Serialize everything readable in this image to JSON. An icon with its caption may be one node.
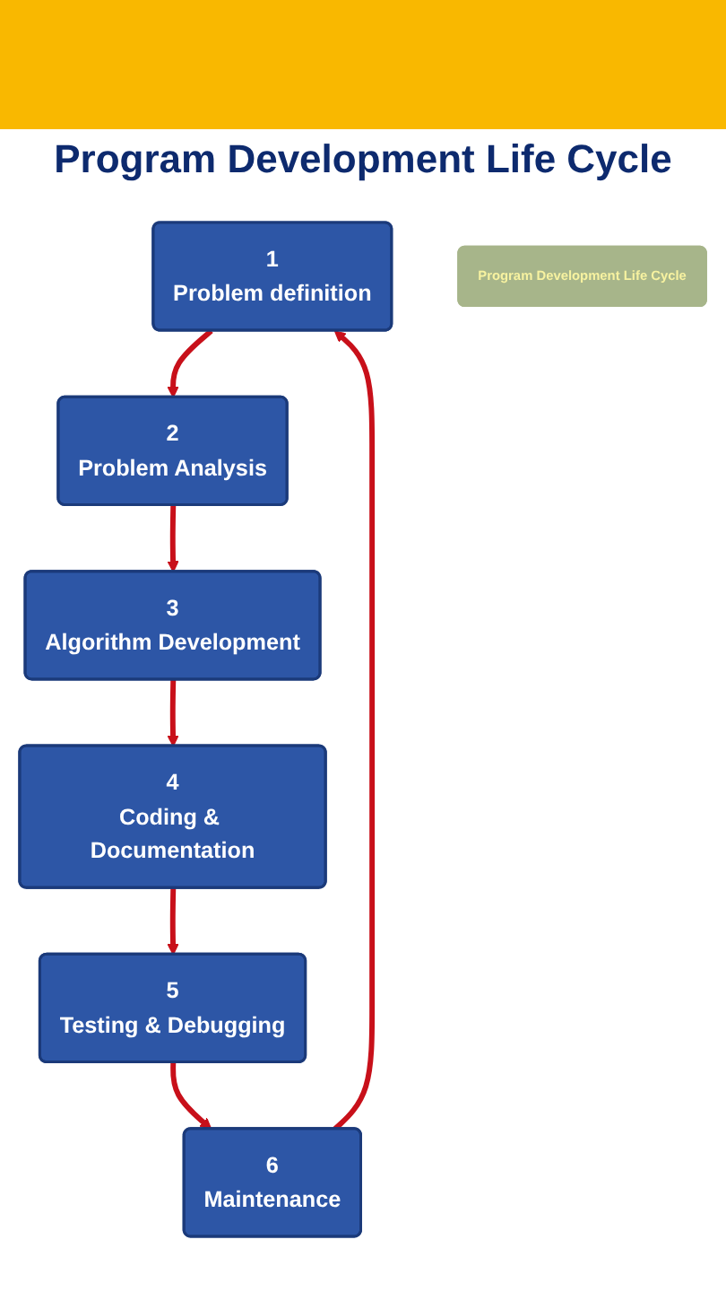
{
  "diagram": {
    "title": "Program Development Life Cycle",
    "nodes": [
      {
        "text": [
          "1",
          "Problem definition"
        ]
      },
      {
        "text": [
          "2",
          "Problem Analysis"
        ]
      },
      {
        "text": [
          "3",
          "Algorithm Development"
        ]
      },
      {
        "text": [
          "4",
          "Coding & Documentation"
        ]
      },
      {
        "text": [
          "5",
          "Testing & Debugging"
        ]
      },
      {
        "text": [
          "6",
          "Maintenance"
        ]
      },
      {
        "text": [
          "Program Development Life Cycle"
        ]
      }
    ],
    "edges": [
      {
        "from": 0,
        "to": 1,
        "arrow": "to"
      },
      {
        "from": 1,
        "to": 2,
        "arrow": "to"
      },
      {
        "from": 2,
        "to": 3,
        "arrow": "to"
      },
      {
        "from": 3,
        "to": 4,
        "arrow": "to"
      },
      {
        "from": 4,
        "to": 5,
        "arrow": "to"
      },
      {
        "from": 5,
        "to": 0,
        "arrow": "to"
      }
    ]
  }
}
